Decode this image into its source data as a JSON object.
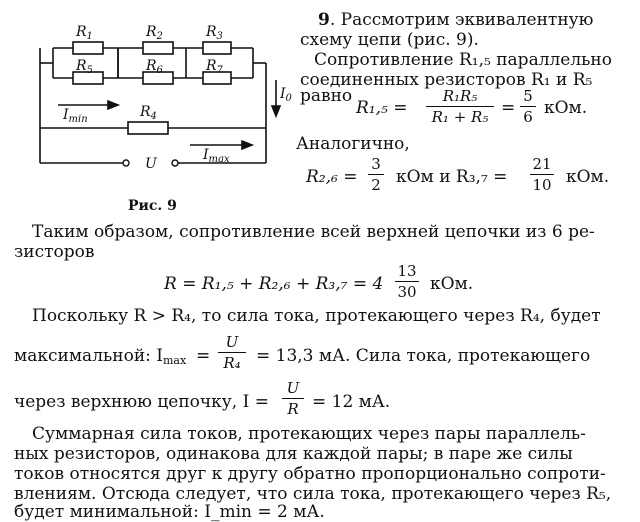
{
  "figure": {
    "caption": "Рис. 9",
    "labels": {
      "R1": "R₁",
      "R2": "R₂",
      "R3": "R₃",
      "R5": "R₅",
      "R6": "R₆",
      "R7": "R₇",
      "R4": "R₄",
      "I0": "I₀",
      "Imin": "I_min",
      "Imax": "I_max",
      "U": "U"
    }
  },
  "intro": {
    "num": "9",
    "line1": ". Рассмотрим эквивалентную",
    "line2": "схему цепи (рис. 9).",
    "line3": "Сопротивление R₁,₅ параллельно",
    "line4": "соединенных резисторов R₁ и R₅",
    "line5": "равно"
  },
  "eq1": {
    "lhs": "R₁,₅ =",
    "num": "R₁R₅",
    "den": "R₁ + R₅",
    "eq": "=",
    "num2": "5",
    "den2": "6",
    "unit": "кОм."
  },
  "analog": "Аналогично,",
  "eq2": {
    "lhs": "R₂,₆ =",
    "num": "3",
    "den": "2",
    "mid": "кОм и  R₃,₇ =",
    "num2": "21",
    "den2": "10",
    "unit": "кОм."
  },
  "para1": {
    "line1": "Таким образом, сопротивление всей верхней цепочки из 6 ре-",
    "line2": "зисторов"
  },
  "eq3": {
    "text": "R = R₁,₅ + R₂,₆ + R₃,₇ = 4",
    "num": "13",
    "den": "30",
    "unit": "кОм."
  },
  "para2": "Поскольку R > R₄, то сила тока, протекающего через R₄, будет",
  "eq4": {
    "pre": "максимальной: I",
    "sub": "max",
    "eq": "=",
    "num": "U",
    "den": "R₄",
    "post": "= 13,3 мА. Сила тока, протекающего"
  },
  "eq5": {
    "pre": "через верхнюю цепочку, I =",
    "num": "U",
    "den": "R",
    "post": "= 12 мА."
  },
  "para3": {
    "line1": "Суммарная сила токов, протекающих через пары параллель-",
    "line2": "ных резисторов, одинакова для каждой пары; в паре же силы",
    "line3": "токов относятся друг к другу обратно пропорционально сопроти-",
    "line4": "влениям. Отсюда следует, что сила тока, протекающего через R₅,",
    "line5": "будет минимальной: I_min = 2 мА."
  }
}
